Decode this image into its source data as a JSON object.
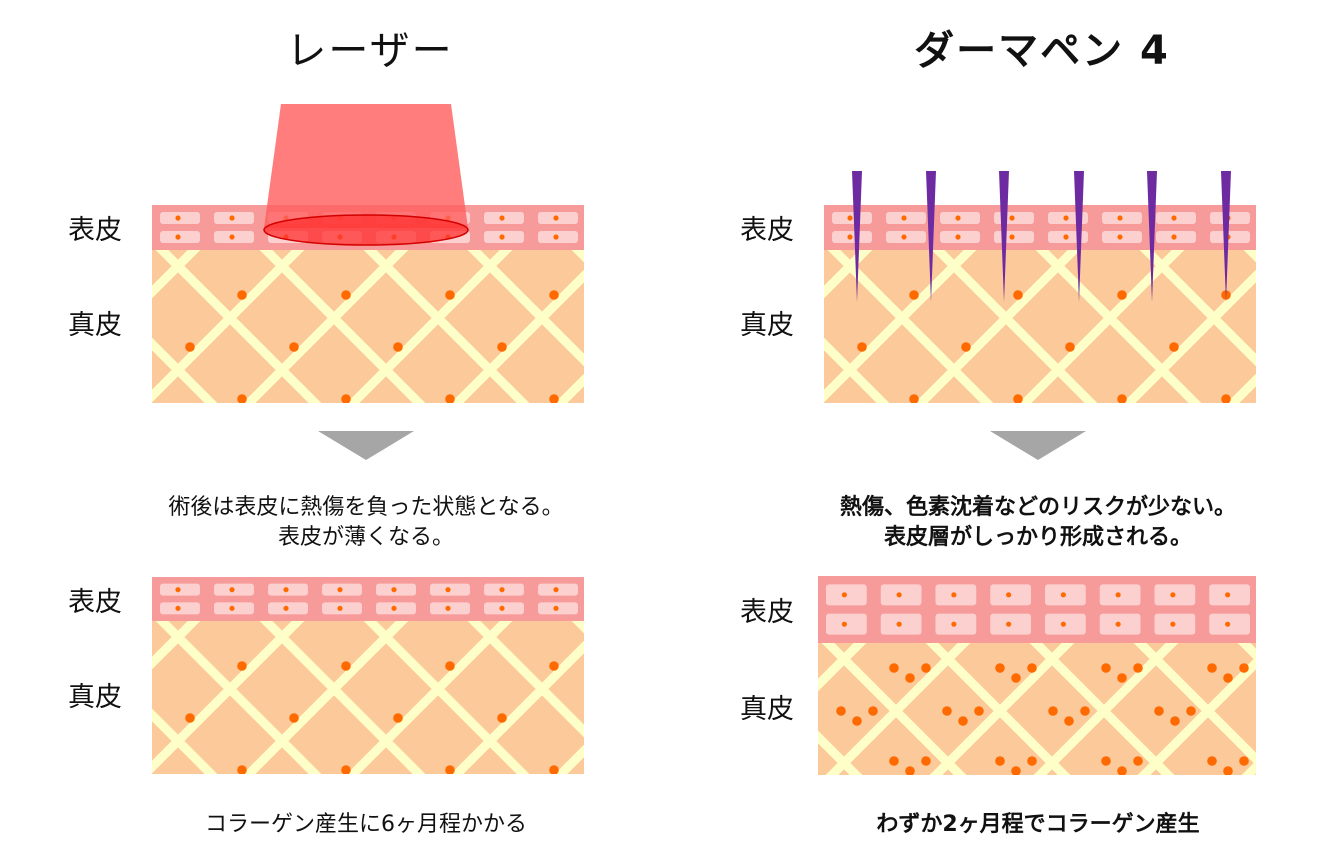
{
  "left": {
    "title": "レーザー",
    "labels": {
      "epidermis": "表皮",
      "dermis": "真皮"
    },
    "caption_mid": [
      "術後は表皮に熱傷を負った状態となる。",
      "表皮が薄くなる。"
    ],
    "caption_bottom": "コラーゲン産生に6ヶ月程かかる"
  },
  "right": {
    "title": "ダーマペン 4",
    "labels": {
      "epidermis": "表皮",
      "dermis": "真皮"
    },
    "caption_mid": [
      "熱傷、色素沈着などのリスクが少ない。",
      "表皮層がしっかり形成される。"
    ],
    "caption_bottom": "わずか2ヶ月程でコラーゲン産生"
  },
  "colors": {
    "epidermis": "#f79a9a",
    "epidermis_cell": "#fdd0d0",
    "dermis": "#fcc99a",
    "fiber": "#fefec8",
    "dot": "#ff6a00",
    "laser": "#ff6a6a",
    "needle": "#6e2aa0",
    "arrow": "#a6a6a6"
  }
}
